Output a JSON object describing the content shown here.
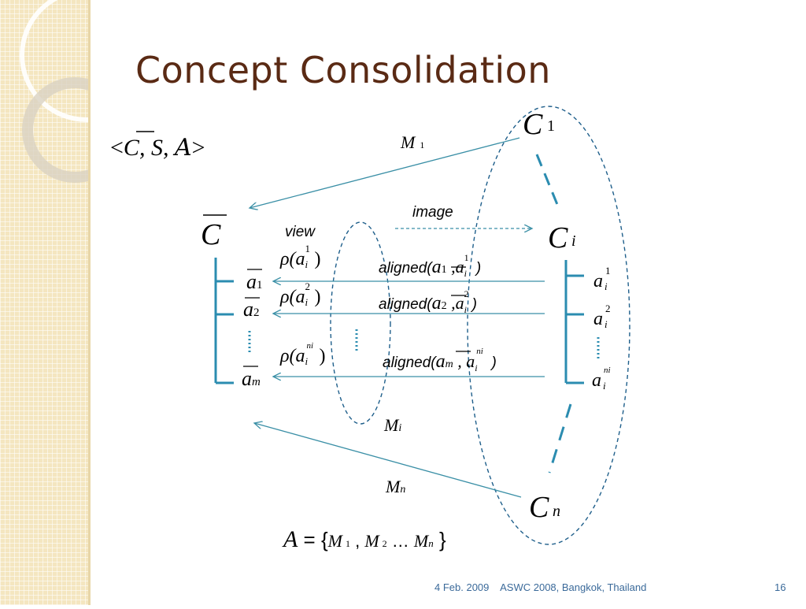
{
  "slide": {
    "title": "Concept Consolidation",
    "footer": "4 Feb. 2009    ASWC 2008, Bangkok, Thailand",
    "page_number": "16"
  },
  "tuple": {
    "open": "<",
    "concept": "C",
    "middle": ", S, ",
    "script_a": "A",
    "close": ">"
  },
  "labels": {
    "c_bar": "C",
    "c1": "C",
    "c1_sub": "1",
    "ci": "C",
    "ci_sub": "i",
    "cn": "C",
    "cn_sub": "n",
    "m1": "M",
    "m1_sub": "1",
    "mi": "M",
    "mi_sub": "i",
    "mn": "M",
    "mn_sub": "n",
    "view": "view",
    "image": "image"
  },
  "left_attrs": [
    {
      "base": "a",
      "sub": "1"
    },
    {
      "base": "a",
      "sub": "2"
    },
    {
      "base": "a",
      "sub": "m"
    }
  ],
  "right_attrs": [
    {
      "base": "a",
      "sup": "1",
      "sub": "i"
    },
    {
      "base": "a",
      "sup": "2",
      "sub": "i"
    },
    {
      "base": "a",
      "sup": "ni",
      "sub": "i"
    }
  ],
  "rho": [
    {
      "text": "ρ(a",
      "sup": "1",
      "sub": "i",
      "close": ")"
    },
    {
      "text": "ρ(a",
      "sup": "2",
      "sub": "i",
      "close": ")"
    },
    {
      "text": "ρ(a",
      "sup": "ni",
      "sub": "i",
      "close": ")"
    }
  ],
  "aligned": [
    {
      "fn": "aligned(",
      "a": "a",
      "a_sub": "1",
      "sep": " ,a",
      "b_sup": "1",
      "b_sub": "i",
      "close": " )"
    },
    {
      "fn": "aligned(",
      "a": "a",
      "a_sub": "2",
      "sep": " ,a",
      "b_sup": "2",
      "b_sub": "i",
      "close": ")"
    },
    {
      "fn": "aligned(",
      "a": "a",
      "a_sub": "m",
      "sep": " , a",
      "b_sup": "ni",
      "b_sub": "i",
      "close": " )"
    }
  ],
  "formula": {
    "lhs": "A",
    "eq": " = {",
    "m1": "M",
    "m1_sub": "1",
    "comma": " , ",
    "m2": "M",
    "m2_sub": "2",
    "dots": " … ",
    "mn": "M",
    "mn_sub": "n",
    "close": " }"
  },
  "colors": {
    "arrow": "#3a8fa6",
    "ellipse": "#1f5f8b",
    "bracket": "#2b8cb0",
    "title": "#5a2a14",
    "footer": "#3b6a9a"
  }
}
